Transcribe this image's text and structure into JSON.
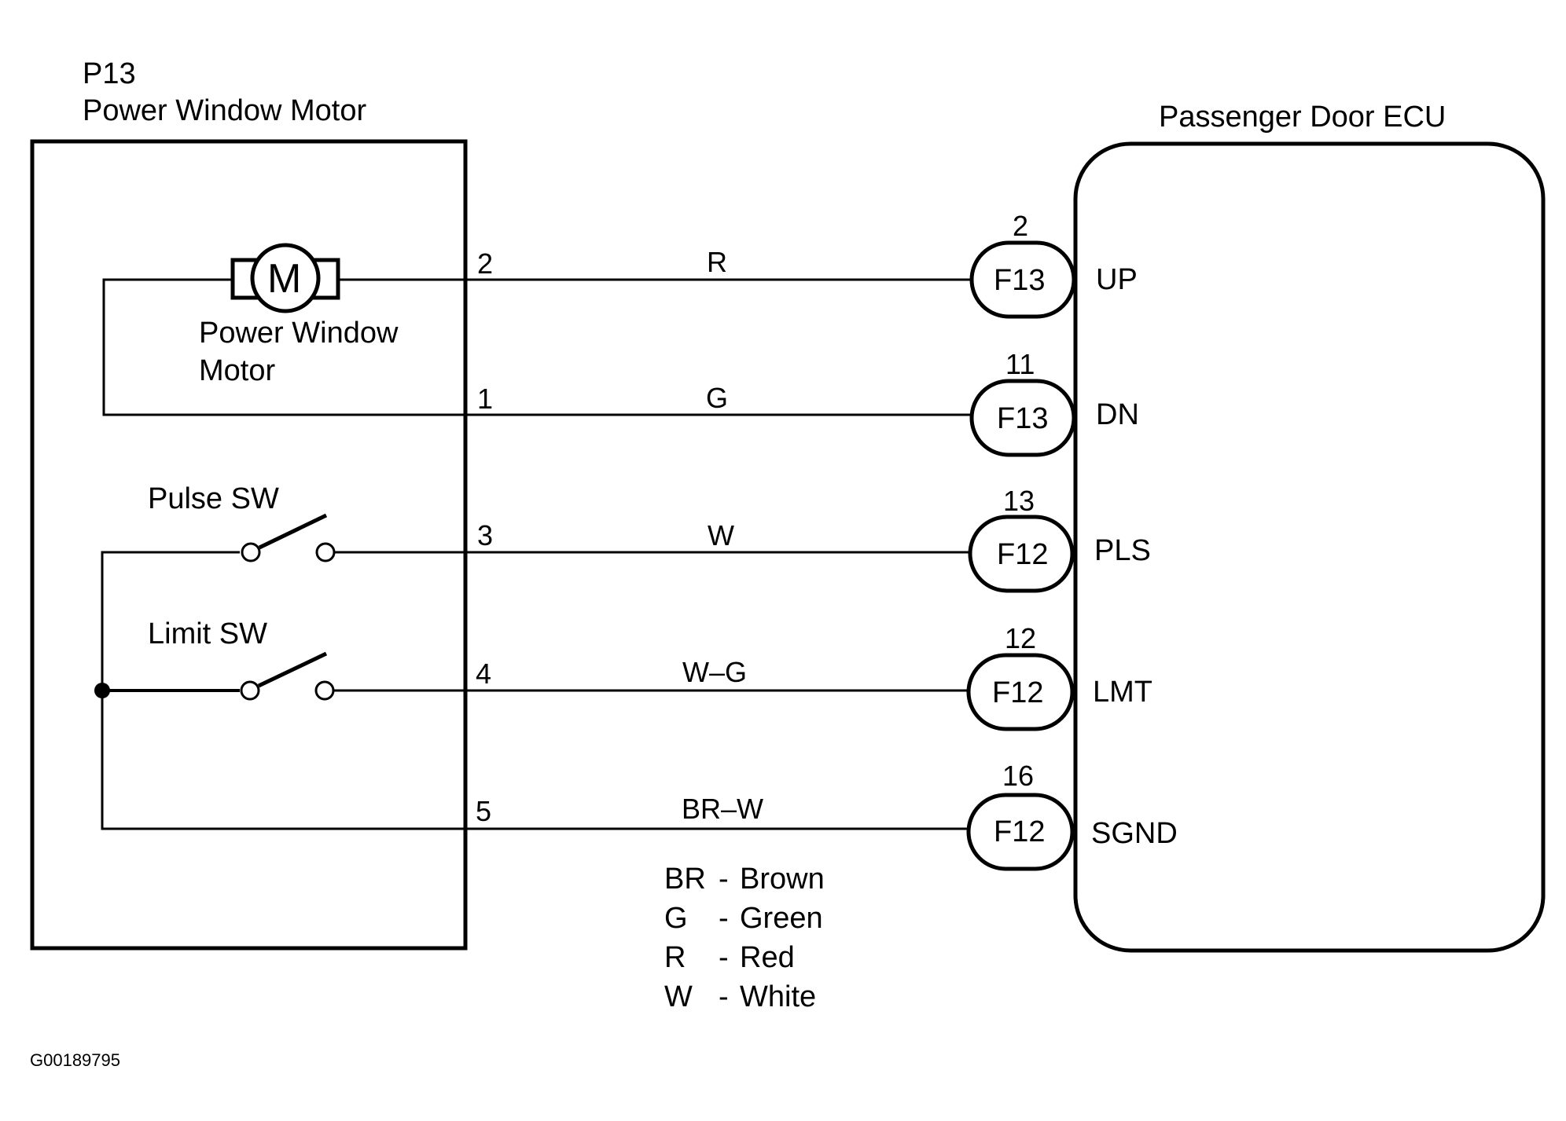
{
  "motor_block": {
    "connector_id": "P13",
    "title": "Power Window Motor",
    "motor_symbol": "M",
    "motor_label_line1": "Power Window",
    "motor_label_line2": "Motor",
    "pulse_switch_label": "Pulse SW",
    "limit_switch_label": "Limit SW"
  },
  "ecu_block": {
    "title": "Passenger Door ECU"
  },
  "wires": [
    {
      "motor_pin": "2",
      "color_code": "R",
      "ecu_pin": "2",
      "connector": "F13",
      "terminal": "UP"
    },
    {
      "motor_pin": "1",
      "color_code": "G",
      "ecu_pin": "11",
      "connector": "F13",
      "terminal": "DN"
    },
    {
      "motor_pin": "3",
      "color_code": "W",
      "ecu_pin": "13",
      "connector": "F12",
      "terminal": "PLS"
    },
    {
      "motor_pin": "4",
      "color_code": "W–G",
      "ecu_pin": "12",
      "connector": "F12",
      "terminal": "LMT"
    },
    {
      "motor_pin": "5",
      "color_code": "BR–W",
      "ecu_pin": "16",
      "connector": "F12",
      "terminal": "SGND"
    }
  ],
  "legend": [
    {
      "code": "BR",
      "sep": "-",
      "name": "Brown"
    },
    {
      "code": "G",
      "sep": "-",
      "name": "Green"
    },
    {
      "code": "R",
      "sep": "-",
      "name": "Red"
    },
    {
      "code": "W",
      "sep": "-",
      "name": "White"
    }
  ],
  "figure_id": "G00189795",
  "colors": {
    "ink": "#000000",
    "background": "#ffffff"
  }
}
